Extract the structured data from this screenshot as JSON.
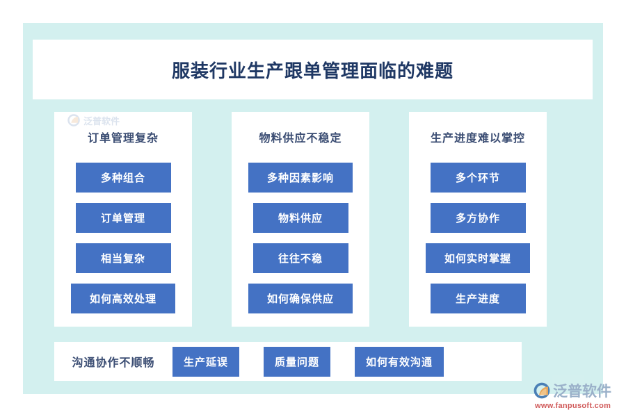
{
  "title": "服装行业生产跟单管理面临的难题",
  "colors": {
    "accent_blue": "#4472c4",
    "title_navy": "#1f3864",
    "header_slate": "#3b4d73",
    "mint_panel": "#d3f0ef",
    "card_white": "#ffffff",
    "logo_url_red": "#d05a5a",
    "logo_name_gray": "#9ab0c9"
  },
  "columns": [
    {
      "header": "订单管理复杂",
      "chips": [
        "多种组合",
        "订单管理",
        "相当复杂",
        "如何高效处理"
      ]
    },
    {
      "header": "物料供应不稳定",
      "chips": [
        "多种因素影响",
        "物料供应",
        "往往不稳",
        "如何确保供应"
      ]
    },
    {
      "header": "生产进度难以掌控",
      "chips": [
        "多个环节",
        "多方协作",
        "如何实时掌握",
        "生产进度"
      ]
    }
  ],
  "bottom": {
    "label": "沟通协作不顺畅",
    "chips": [
      "生产延误",
      "质量问题",
      "如何有效沟通"
    ]
  },
  "watermark": {
    "text": "泛普软件",
    "icon": "fanpu-logo-icon"
  },
  "logo": {
    "name": "泛普软件",
    "url": "www.fanpusoft.com",
    "icon": "fanpu-logo-icon"
  }
}
